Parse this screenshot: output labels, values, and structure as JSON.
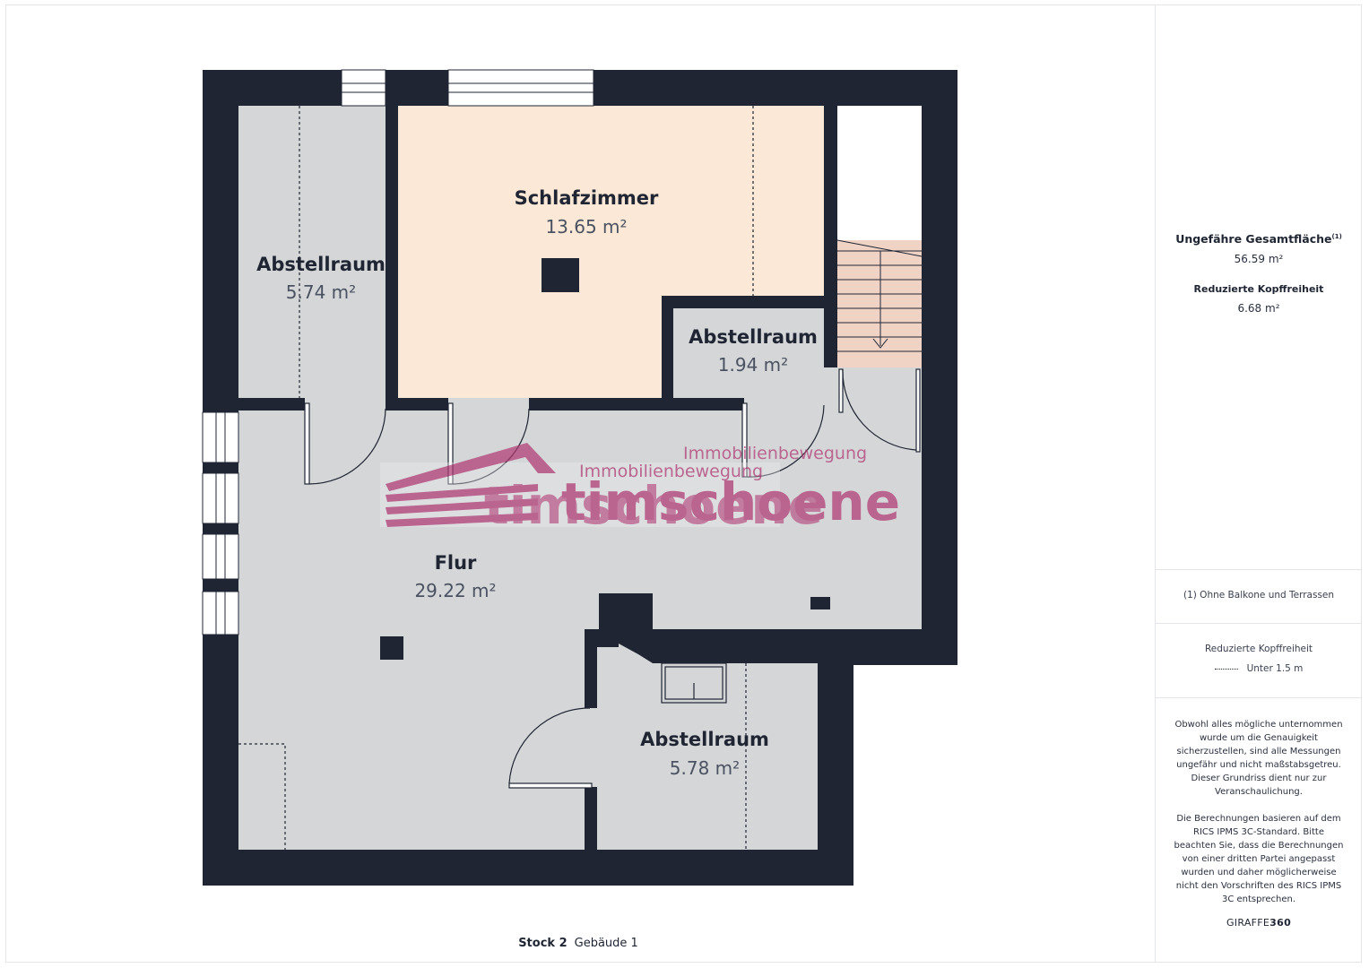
{
  "rooms": [
    {
      "name": "Schlafzimmer",
      "area": "13.65 m²"
    },
    {
      "name": "Abstellraum",
      "area": "5.74 m²"
    },
    {
      "name": "Abstellraum",
      "area": "1.94 m²"
    },
    {
      "name": "Flur",
      "area": "29.22 m²"
    },
    {
      "name": "Abstellraum",
      "area": "5.78 m²"
    }
  ],
  "watermark": {
    "line1": "Immobilienbewegung",
    "line2": "timschoene"
  },
  "caption": {
    "floor": "Stock 2",
    "building": "Gebäude 1"
  },
  "summary": {
    "total_label": "Ungefähre Gesamtfläche",
    "total_marker": "(1)",
    "total_value": "56.59 m²",
    "reduced_label": "Reduzierte Kopffreiheit",
    "reduced_value": "6.68 m²"
  },
  "footnote": "(1) Ohne Balkone und Terrassen",
  "legend": {
    "title": "Reduzierte Kopffreiheit",
    "item": "Unter 1.5 m"
  },
  "disclaimer": {
    "p1": "Obwohl alles mögliche unternommen wurde um die Genauigkeit sicherzustellen, sind alle Messungen ungefähr und nicht maßstabsgetreu. Dieser Grundriss dient nur zur Veranschaulichung.",
    "p2": "Die Berechnungen basieren auf dem RICS IPMS 3C-Standard. Bitte beachten Sie, dass die Berechnungen von einer dritten Partei angepasst wurden und daher möglicherweise nicht den Vorschriften des RICS IPMS 3C entsprechen."
  },
  "brand": {
    "part1": "GIRAFFE",
    "part2": "360"
  },
  "colors": {
    "wall": "#1f2533",
    "floor": "#d5d6d8",
    "bedroom": "#fbe8d6",
    "stairs": "#f0d3c5",
    "watermark": "#b03a74"
  }
}
